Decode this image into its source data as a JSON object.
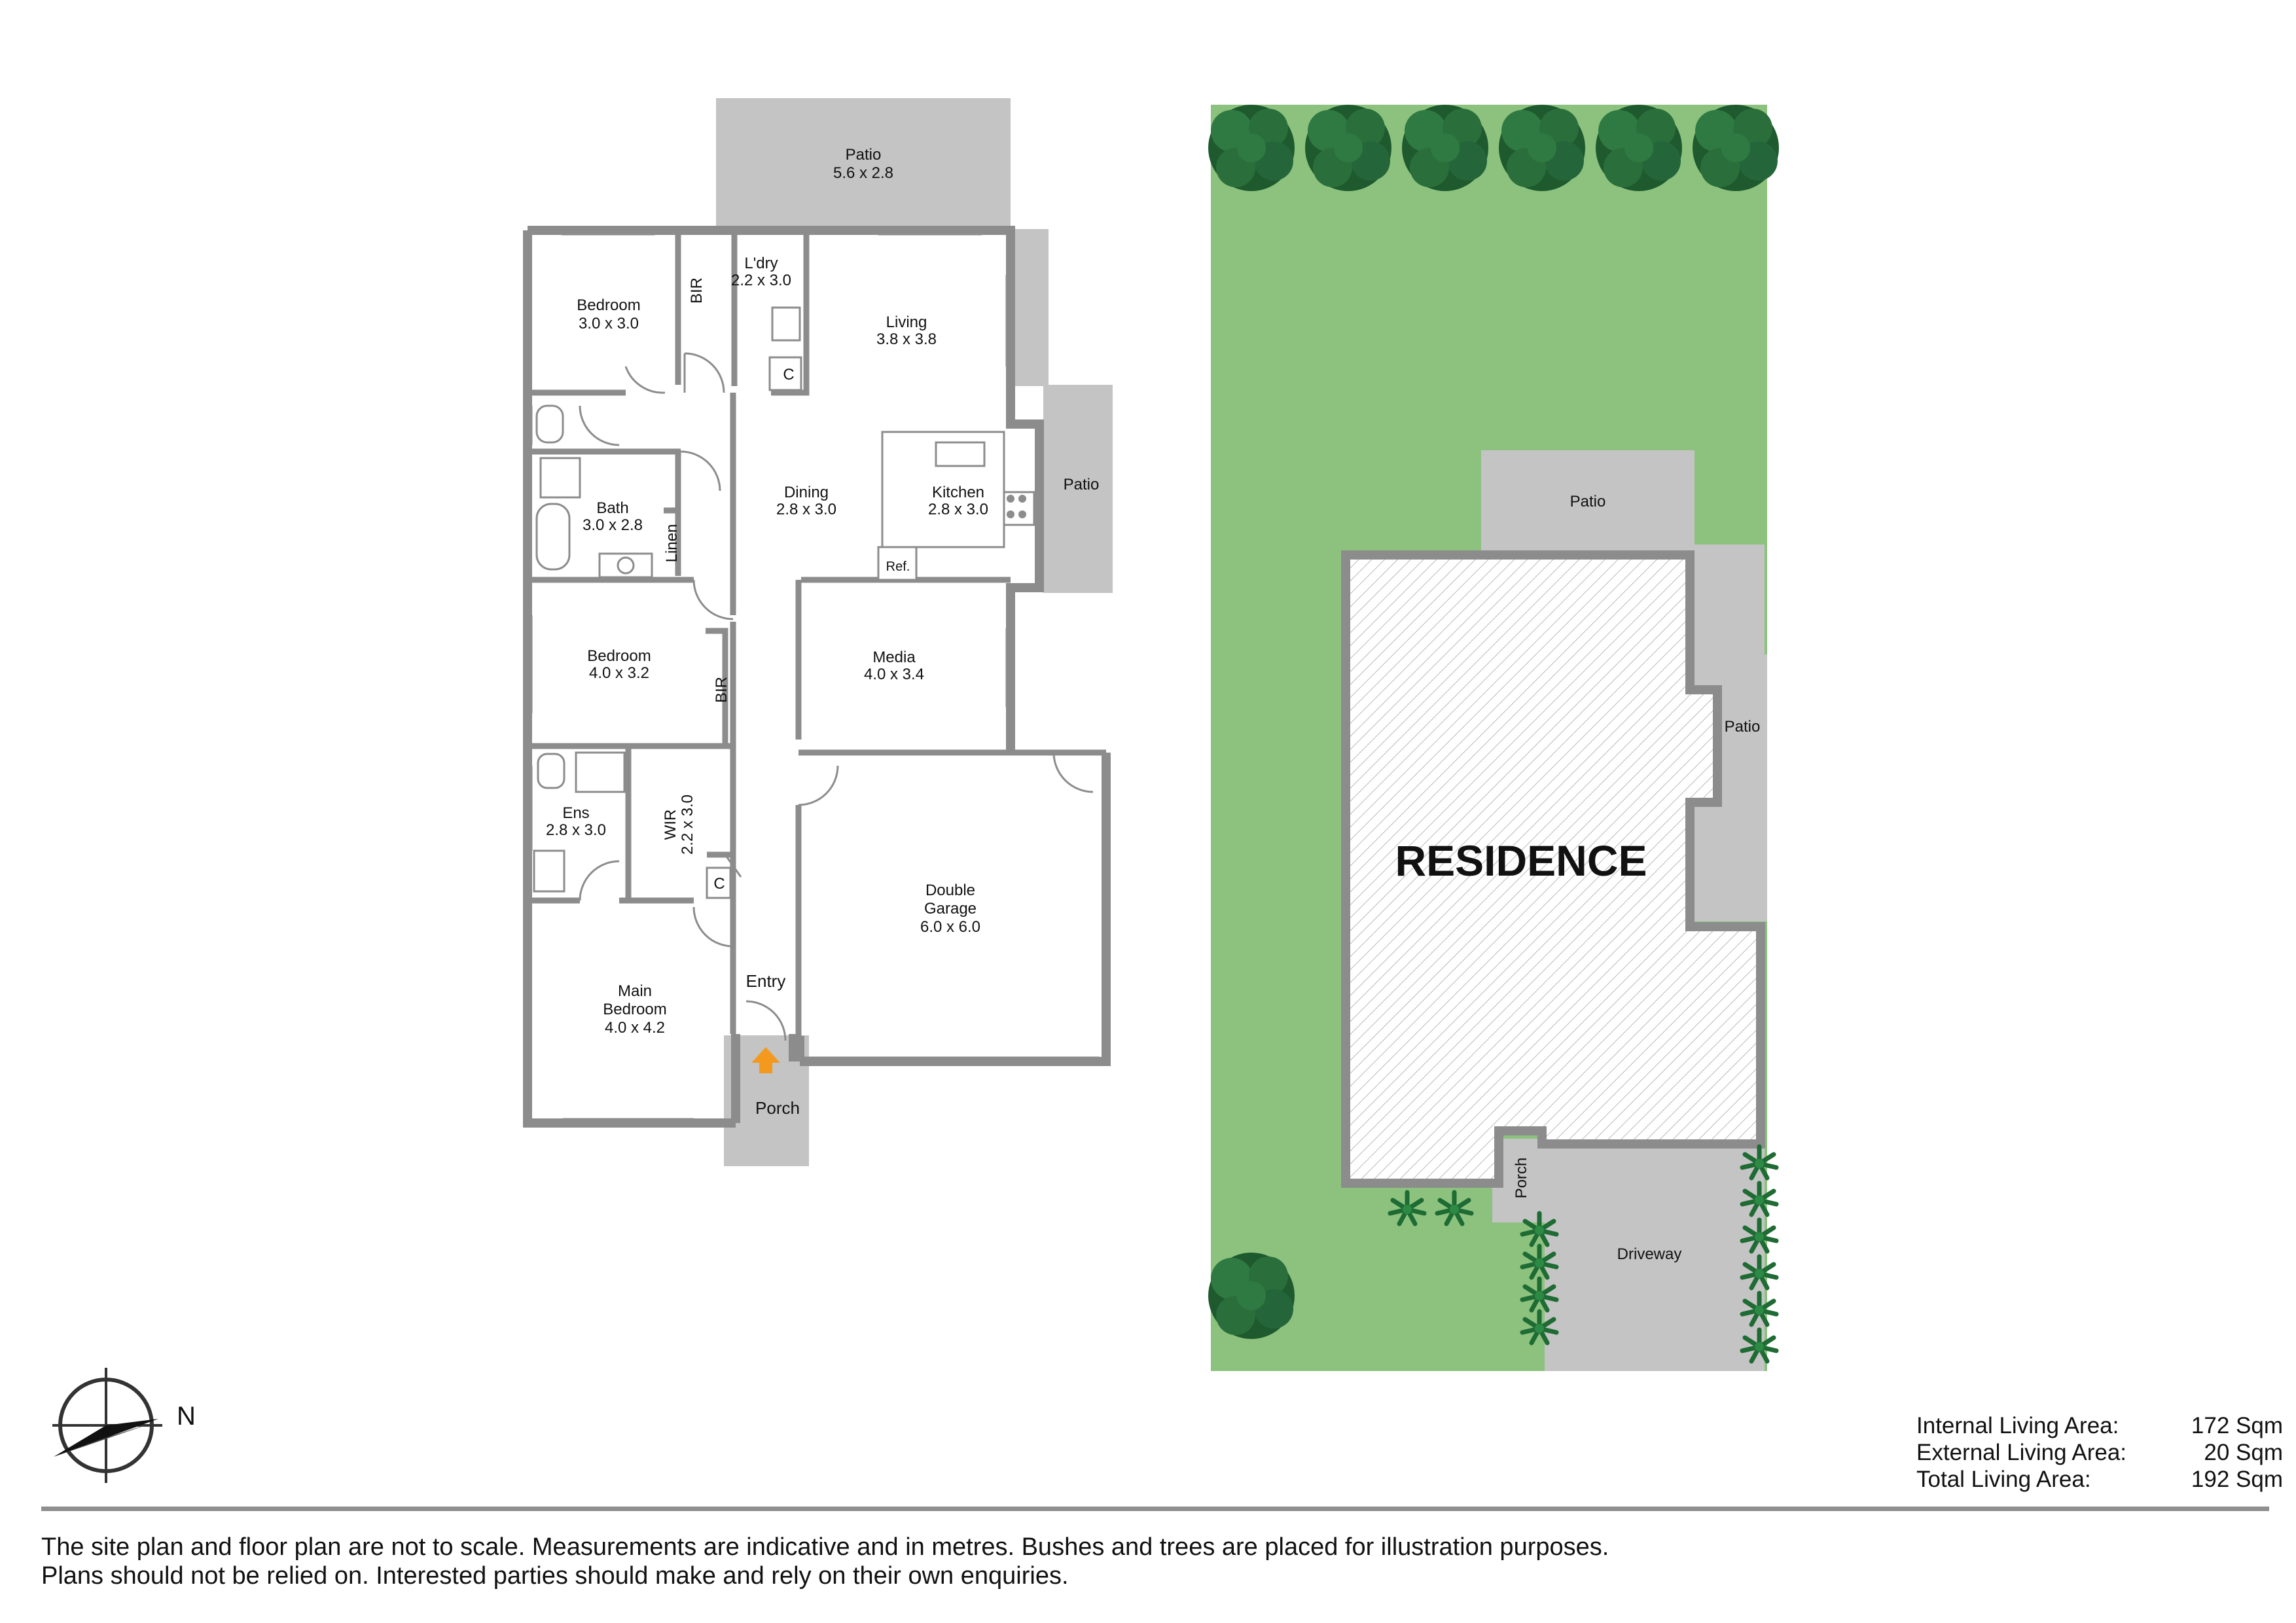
{
  "rooms": {
    "patio_top": {
      "name": "Patio",
      "dims": "5.6 x 2.8"
    },
    "bedroom_1": {
      "name": "Bedroom",
      "dims": "3.0 x 3.0"
    },
    "bir_1": {
      "name": "BIR"
    },
    "laundry": {
      "name": "L'dry",
      "dims": "2.2 x 3.0"
    },
    "living": {
      "name": "Living",
      "dims": "3.8 x 3.8"
    },
    "cupboard_1": {
      "name": "C"
    },
    "patio_side": {
      "name": "Patio"
    },
    "bath": {
      "name": "Bath",
      "dims": "3.0 x 2.8"
    },
    "linen": {
      "name": "Linen"
    },
    "dining": {
      "name": "Dining",
      "dims": "2.8 x 3.0"
    },
    "kitchen": {
      "name": "Kitchen",
      "dims": "2.8 x 3.0"
    },
    "ref": {
      "name": "Ref."
    },
    "bedroom_2": {
      "name": "Bedroom",
      "dims": "4.0 x 3.2"
    },
    "bir_2": {
      "name": "BIR"
    },
    "media": {
      "name": "Media",
      "dims": "4.0 x 3.4"
    },
    "ensuite": {
      "name": "Ens",
      "dims": "2.8 x 3.0"
    },
    "wir": {
      "name": "WIR",
      "dims": "2.2 x 3.0"
    },
    "cupboard_2": {
      "name": "C"
    },
    "garage": {
      "line1": "Double",
      "line2": "Garage",
      "dims": "6.0 x 6.0"
    },
    "entry": {
      "name": "Entry"
    },
    "main_bedroom": {
      "line1": "Main",
      "line2": "Bedroom",
      "dims": "4.0 x 4.2"
    },
    "porch": {
      "name": "Porch"
    }
  },
  "site": {
    "residence": "RESIDENCE",
    "patio_rear": "Patio",
    "patio_side": "Patio",
    "porch": "Porch",
    "driveway": "Driveway"
  },
  "compass": {
    "label": "N",
    "icon": "north-compass-icon"
  },
  "areas": [
    {
      "label": "Internal Living Area:",
      "value": "172 Sqm"
    },
    {
      "label": "External Living Area:",
      "value": "20 Sqm"
    },
    {
      "label": "Total Living Area:",
      "value": "192 Sqm"
    }
  ],
  "disclaimer": {
    "line1": "The site plan and floor plan are not to scale. Measurements are indicative and in metres. Bushes and trees are placed for illustration purposes.",
    "line2": "Plans should not be relied on. Interested parties should make and rely on their own enquiries."
  },
  "colors": {
    "wall": "#8c8c8c",
    "patio": "#c4c4c4",
    "lawn": "#8cc27e",
    "tree_dark": "#1e5a2e",
    "tree_mid": "#2f7a42",
    "arrow": "#f39a1e"
  }
}
